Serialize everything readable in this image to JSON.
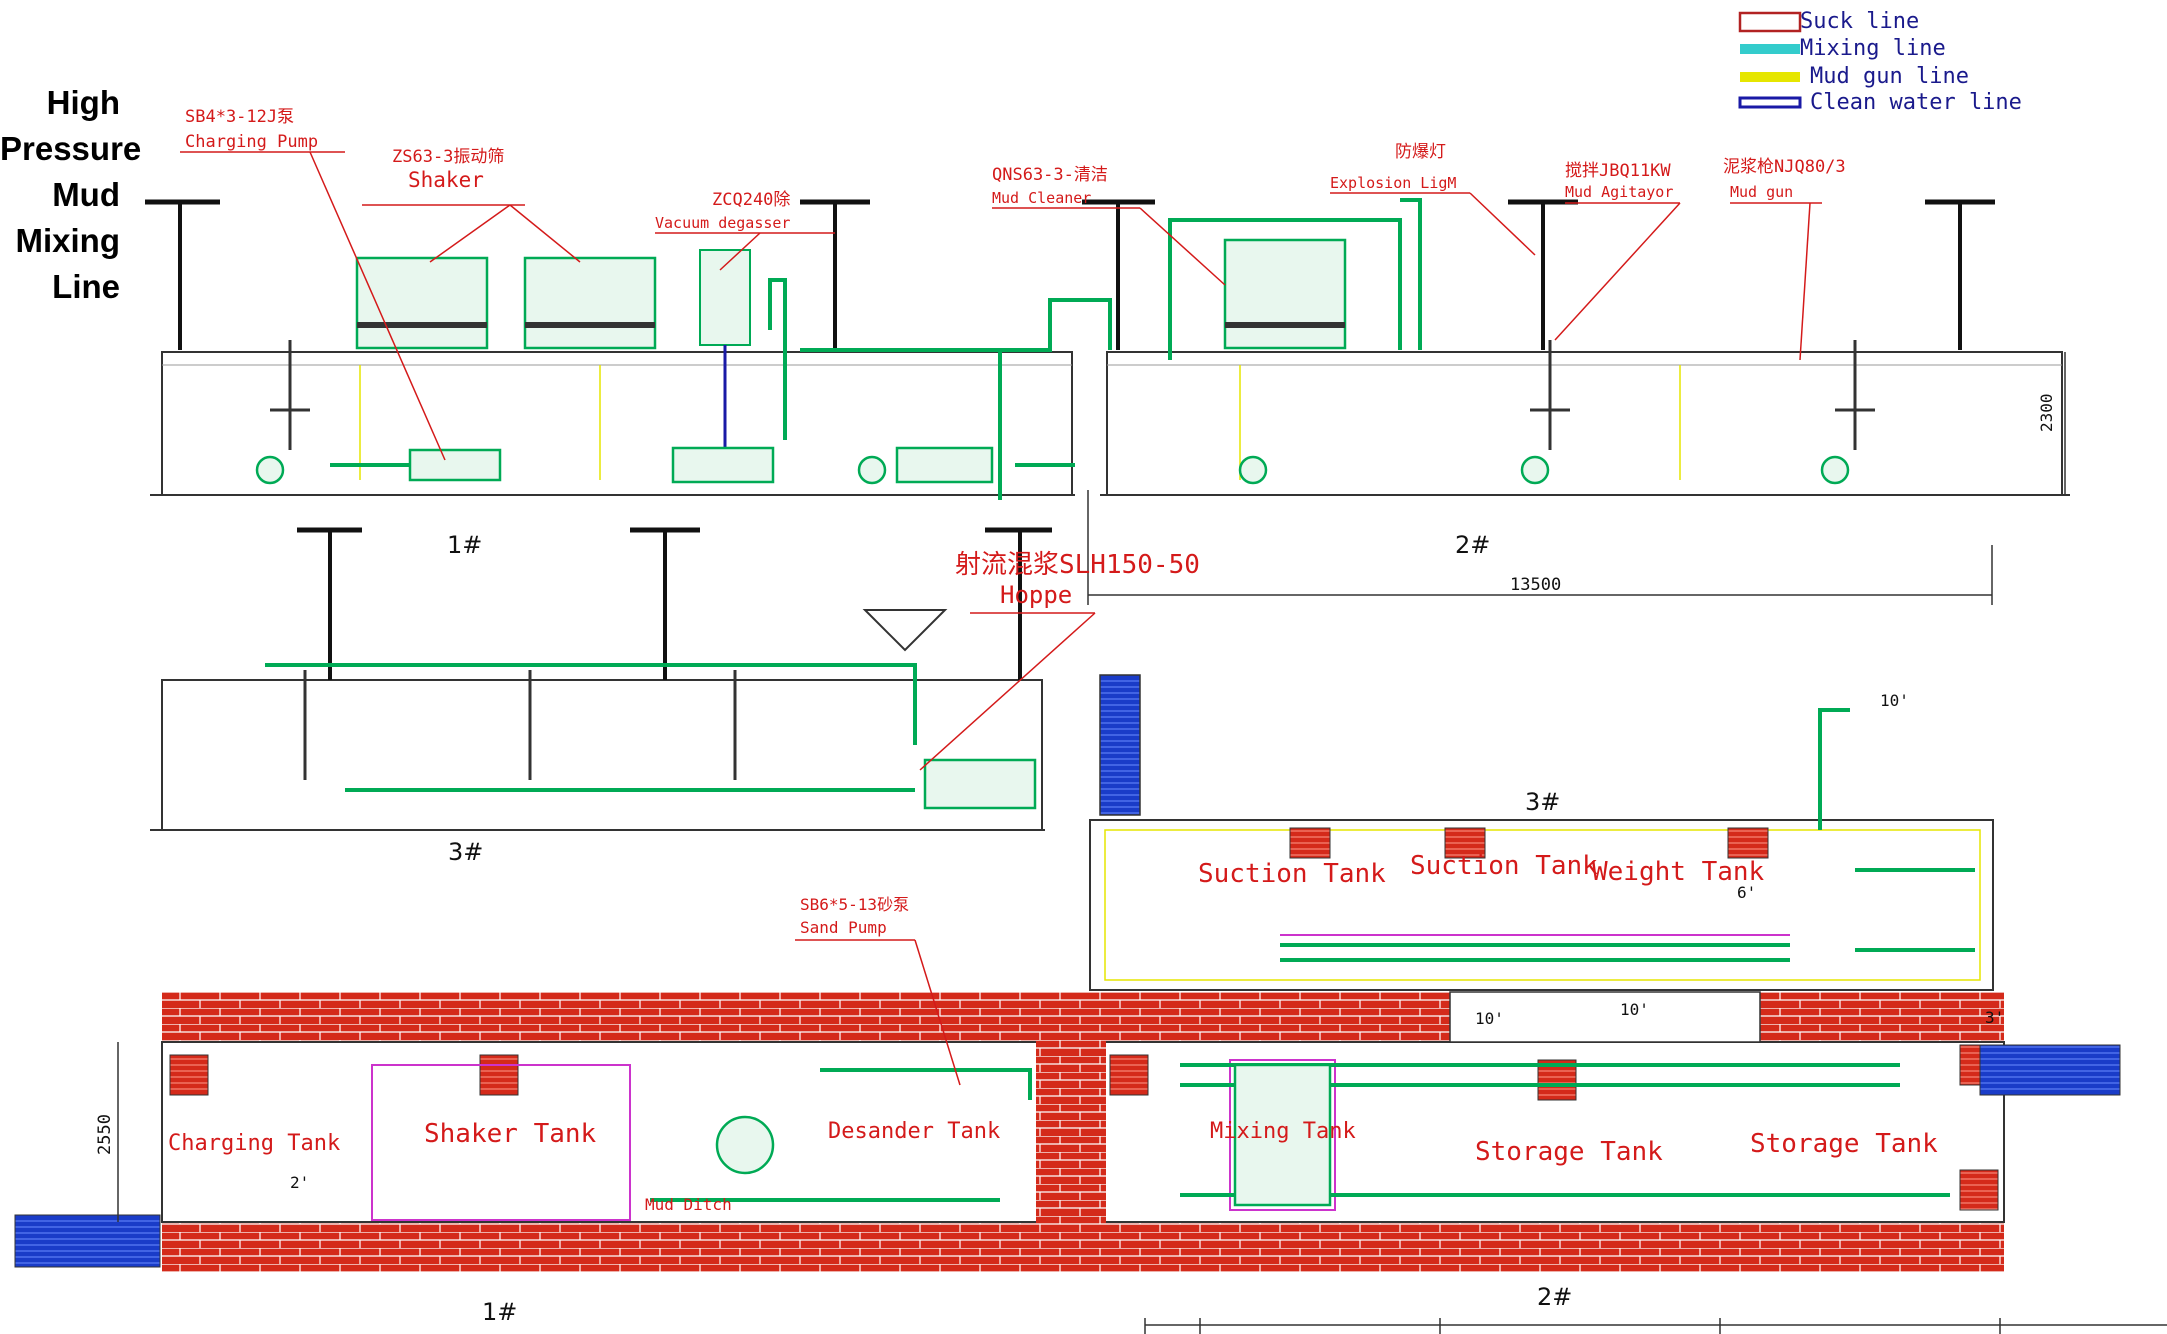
{
  "side_title": [
    "High",
    "Pressure",
    "Mud",
    "Mixing",
    "Line"
  ],
  "legend": [
    {
      "label": "Suck line",
      "color": "#b22222"
    },
    {
      "label": "Mixing line",
      "color": "#33cccc"
    },
    {
      "label": "Mud gun line",
      "color": "#e6e600"
    },
    {
      "label": "Clean water line",
      "color": "#1a1aa6"
    }
  ],
  "equipment_labels": {
    "charging_pump_code": "SB4*3-12J泵",
    "charging_pump": "Charging Pump",
    "shaker_code": "ZS63-3振动筛",
    "shaker": "Shaker",
    "degasser_code": "ZCQ240除",
    "degasser": "Vacuum degasser",
    "mud_cleaner_code": "QNS63-3-清洁",
    "mud_cleaner": "Mud Cleaner",
    "light_code": "防爆灯",
    "light": "Explosion LigM",
    "agitator_code": "搅拌JBQ11KW",
    "agitator": "Mud Agitayor",
    "mud_gun_code": "泥浆枪NJQ80/3",
    "mud_gun": "Mud gun",
    "hopper_code": "射流混浆SLH150-50",
    "hopper": "Hoppe",
    "sand_pump_code": "SB6*5-13砂泵",
    "sand_pump": "Sand Pump",
    "mud_ditch": "Mud Ditch"
  },
  "tank_ids": {
    "t1_top": "1#",
    "t2_top": "2#",
    "t3_side": "3#",
    "t3_plan": "3#",
    "t1_plan": "1#",
    "t2_plan": "2#"
  },
  "dimensions": {
    "height_side": "2300",
    "length": "13500",
    "width_plan": "2550"
  },
  "compartments": [
    "Charging Tank",
    "Shaker Tank",
    "Desander Tank",
    "Mixing Tank",
    "Storage Tank",
    "Storage Tank",
    "Suction Tank",
    "Suction Tank",
    "Weight Tank"
  ],
  "pipe_sizes": {
    "p10a": "10'",
    "p10b": "10'",
    "p10c": "10'",
    "p3": "3'",
    "p6": "6'",
    "p2": "2'"
  }
}
